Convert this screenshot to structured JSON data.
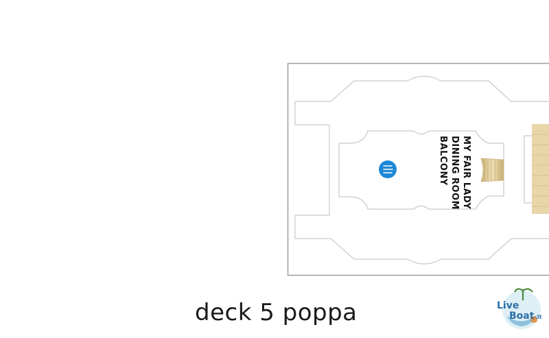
{
  "map": {
    "caption": "deck 5 poppa",
    "room_label_lines": [
      "MY FAIR LADY",
      "DINING ROOM",
      "BALCONY"
    ],
    "dining_icon": "fork-knife-icon",
    "colors": {
      "outline": "#bdbdbd",
      "hull_border": "#9e9e9e",
      "stair": "#e3cf9e",
      "icon": "#1e88d6",
      "text": "#111111"
    }
  },
  "watermark": {
    "text_live": "Live",
    "text_boat": "Boat",
    "text_domain": ".it"
  }
}
